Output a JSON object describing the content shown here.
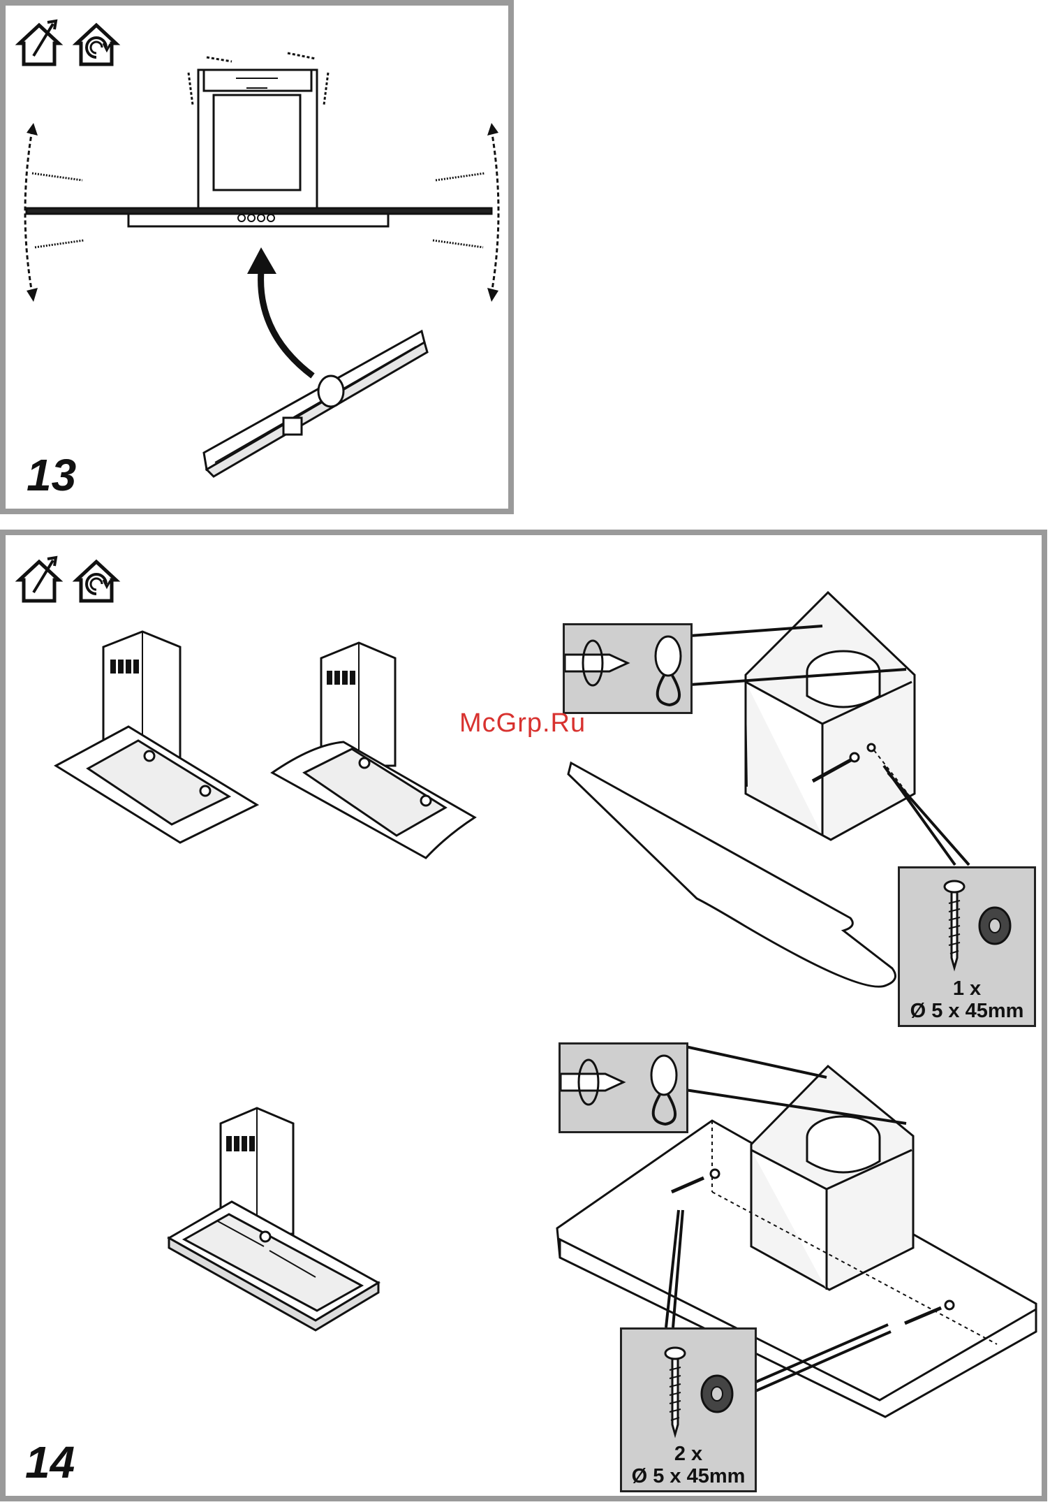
{
  "steps": [
    {
      "number": "13"
    },
    {
      "number": "14"
    }
  ],
  "icons": {
    "extraction": "house-extraction-icon",
    "recirculation": "house-recirculation-icon"
  },
  "callouts": {
    "single_screw": {
      "quantity": "1 x",
      "size": "Ø 5 x 45mm"
    },
    "double_screw": {
      "quantity": "2 x",
      "size": "Ø 5 x 45mm"
    }
  },
  "watermark": "McGrp.Ru",
  "colors": {
    "frame": "#9a9a9a",
    "callout_bg": "#cfcfcf",
    "watermark": "#d8322f",
    "ink": "#111111"
  }
}
